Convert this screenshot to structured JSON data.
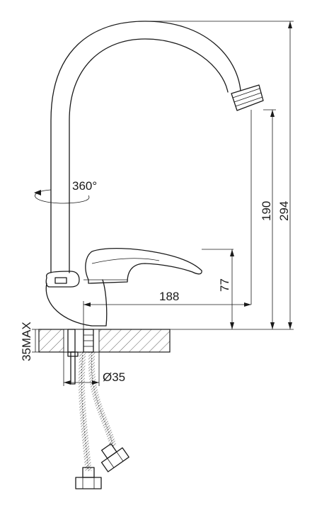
{
  "dimensions": {
    "rotation": "360°",
    "spout_height": "190",
    "total_height": "294",
    "lever_height": "77",
    "reach": "188",
    "max_thickness": "35MAX",
    "hole_diameter": "Ø35"
  }
}
